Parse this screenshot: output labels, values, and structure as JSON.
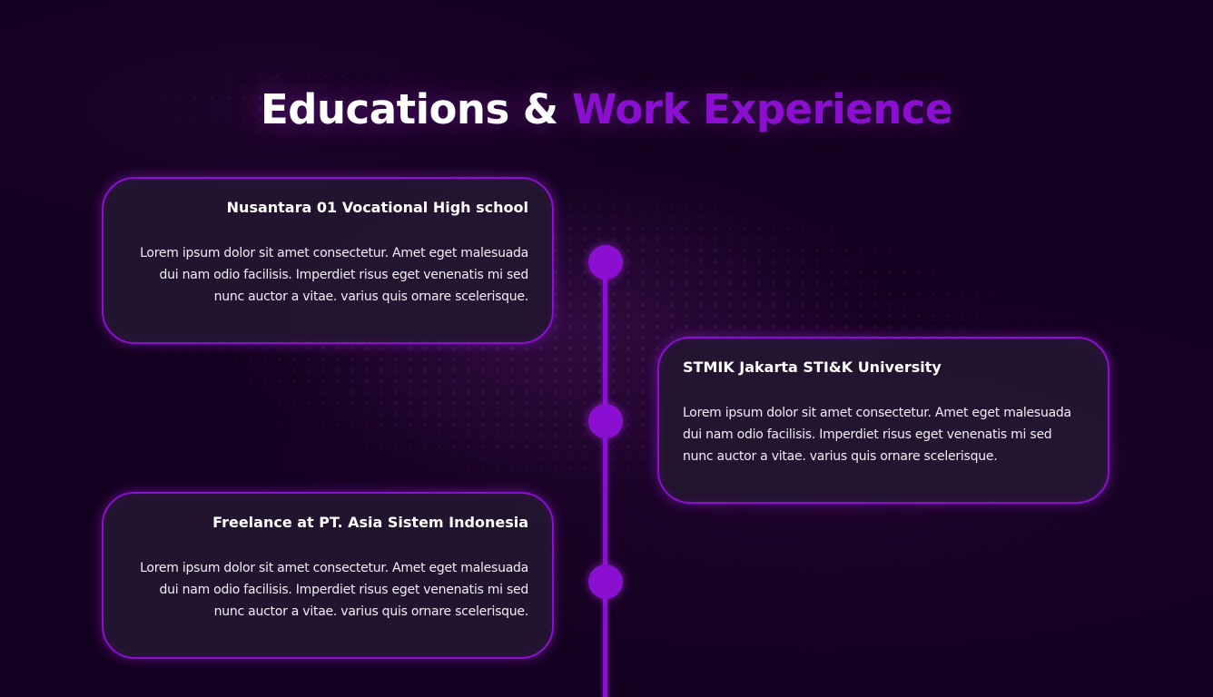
{
  "header": {
    "title_part1": "Educations & ",
    "title_part2": "Work Experience"
  },
  "colors": {
    "background": "#14011f",
    "accent": "#8a0fd0",
    "card_background": "#241630",
    "text": "#ffffff"
  },
  "timeline": {
    "items": [
      {
        "title": "Nusantara 01 Vocational High school",
        "description": "Lorem ipsum dolor sit amet consectetur. Amet eget malesuada dui nam odio facilisis. Imperdiet risus eget venenatis mi sed nunc auctor a vitae. varius quis ornare scelerisque.",
        "side": "left"
      },
      {
        "title": "STMIK Jakarta STI&K University",
        "description": "Lorem ipsum dolor sit amet consectetur. Amet eget malesuada dui nam odio facilisis. Imperdiet risus eget venenatis mi sed nunc auctor a vitae. varius quis ornare scelerisque.",
        "side": "right"
      },
      {
        "title": "Freelance at PT. Asia Sistem Indonesia",
        "description": "Lorem ipsum dolor sit amet consectetur. Amet eget malesuada dui nam odio facilisis. Imperdiet risus eget venenatis mi sed nunc auctor a vitae. varius quis ornare scelerisque.",
        "side": "left"
      }
    ]
  }
}
